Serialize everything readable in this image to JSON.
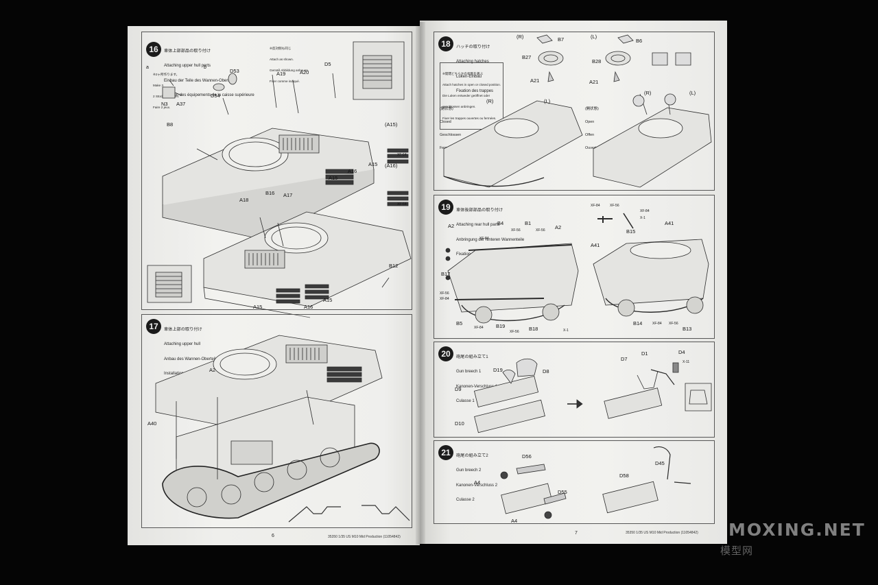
{
  "booklet": {
    "left_page_number": "6",
    "right_page_number": "7",
    "left_footer": "35350 1/35 US M10 Mid Production (11054842)",
    "right_footer": "35350 1/35 US M10 Mid Production (11054842)"
  },
  "steps": [
    {
      "number": "16",
      "title_lines": [
        "車体上部部品の取り付け",
        "Attaching upper hull parts",
        "Einbau der Teile des Wannen-Oberteils",
        "Fixation des équipements de la caisse supérieure"
      ],
      "note_lines": [
        "※反対側も同じ",
        "Attach as shown.",
        "Gemäß Abbildung anbauen.",
        "Fixer comme indiqué."
      ],
      "sub_a_lines": [
        "※2ヶ所作ります。",
        "Make 2.",
        "2 Stück anfertigen.",
        "Faire 2 jeux."
      ],
      "sub_a": "a",
      "sub_b": "b",
      "labels": [
        "D54",
        "D53",
        "N3",
        "A37",
        "A19",
        "A20",
        "D5",
        "B8",
        "(A15)",
        "(A16)",
        "A15",
        "A16",
        "A15",
        "A18",
        "B16",
        "A17",
        "B12",
        "A15",
        "A16",
        "A15"
      ],
      "paint_codes": [
        "XF-64",
        "XF-64"
      ]
    },
    {
      "number": "17",
      "title_lines": [
        "車体上部の取り付け",
        "Attaching upper hull",
        "Anbau des Wannen-Oberteils",
        "Installation de la caisse supérieure"
      ],
      "labels": [
        "A2",
        "A40"
      ]
    },
    {
      "number": "18",
      "title_lines": [
        "ハッチの取り付け",
        "Attaching hatches",
        "Luken-Einbau",
        "Fixation des trappes"
      ],
      "note_lines": [
        "※開閉どちらかの状態を選ぶ",
        "Attach hatches in open or closed position.",
        "Die Luken entweder geöffnet oder",
        "geschlossen anbringen.",
        "Fixer les trappes ouvertes ou fermées."
      ],
      "closed_lines": [
        "(閉状態)",
        "Closed",
        "Geschlossen",
        "Fermées"
      ],
      "open_lines": [
        "(開状態)",
        "Open",
        "Offen",
        "Ouvertes"
      ],
      "labels": [
        "(R)",
        "B7",
        "(L)",
        "B6",
        "B27",
        "B28",
        "A21",
        "A21",
        "(R)",
        "(L)",
        "(R)",
        "(L)"
      ]
    },
    {
      "number": "19",
      "title_lines": [
        "車体後部部品の取り付け",
        "Attaching rear hull parts",
        "Anbringung der hinteren Wannenteile",
        "Fixation des pièces de la caisse arrière"
      ],
      "labels": [
        "A2",
        "B4",
        "B1",
        "A2",
        "B15",
        "A41",
        "A41",
        "B17",
        "B5",
        "B19",
        "B18",
        "B14",
        "B13"
      ],
      "paint_codes": [
        "XF-56",
        "XF-84",
        "XF-56",
        "XF-84",
        "XF-56",
        "XF-84",
        "XF-56",
        "XF-84",
        "XF-56",
        "XF-84",
        "X-1",
        "XF-84",
        "XF-56",
        "X-1"
      ]
    },
    {
      "number": "20",
      "title_lines": [
        "砲尾の組み立て1",
        "Gun breech 1",
        "Kanonen-Verschluss 1",
        "Culasse 1"
      ],
      "labels": [
        "D19",
        "D8",
        "D9",
        "D10",
        "D7",
        "D1",
        "D4"
      ],
      "paint_codes": [
        "X-11"
      ]
    },
    {
      "number": "21",
      "title_lines": [
        "砲尾の組み立て2",
        "Gun breech 2",
        "Kanonen-Verschluss 2",
        "Culasse 2"
      ],
      "labels": [
        "D56",
        "A4",
        "D55",
        "A4",
        "D58",
        "D45"
      ]
    }
  ],
  "watermark": {
    "text": "MOXING.NET",
    "sub": "模型网"
  },
  "colors": {
    "background": "#050505",
    "paper": "#ececea",
    "ink": "#222222",
    "step_badge": "#1b1b1b",
    "watermark": "#aaaaaa"
  }
}
